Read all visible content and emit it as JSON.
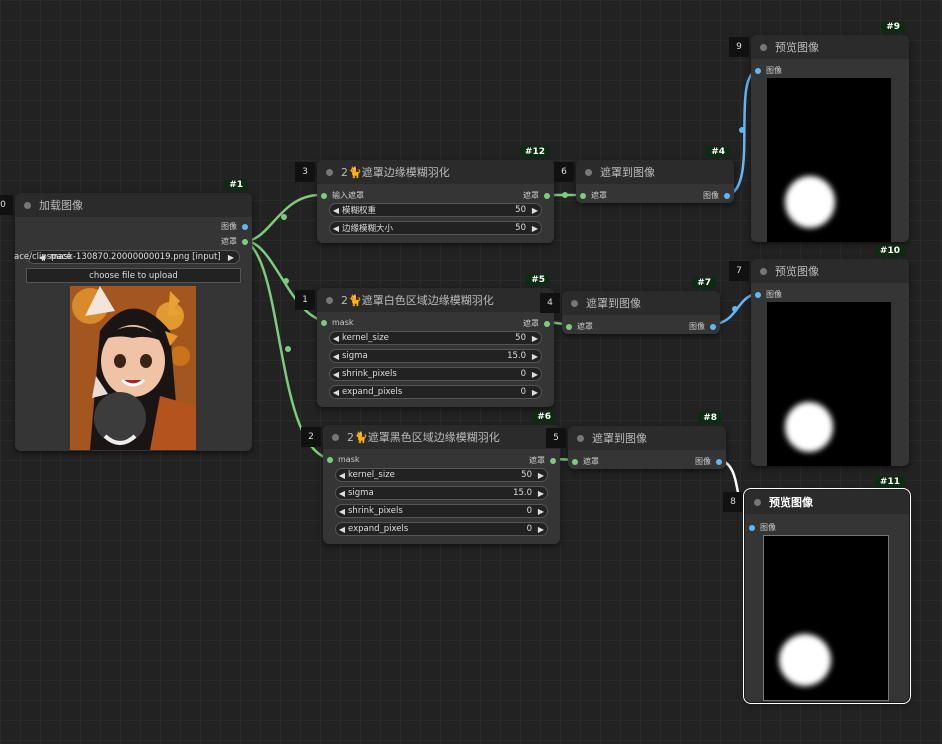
{
  "nodes": {
    "load_image": {
      "id": "#1",
      "order": "0",
      "title": "加载图像",
      "outputs": [
        "图像",
        "遮罩"
      ],
      "image_widget": {
        "label": "ace/clipspace",
        "value": "mask-130870.20000000019.png [input]"
      },
      "upload_label": "choose file to upload"
    },
    "mask_edge_blur": {
      "id": "#12",
      "order": "3",
      "title": "2🐈遮罩边缘模糊羽化",
      "input": "输入遮罩",
      "output": "遮罩",
      "widgets": [
        {
          "label": "模糊权重",
          "value": "50"
        },
        {
          "label": "边缘模糊大小",
          "value": "50"
        }
      ]
    },
    "mask_white_blur": {
      "id": "#5",
      "order": "1",
      "title": "2🐈遮罩白色区域边缘模糊羽化",
      "input": "mask",
      "output": "遮罩",
      "widgets": [
        {
          "label": "kernel_size",
          "value": "50"
        },
        {
          "label": "sigma",
          "value": "15.0"
        },
        {
          "label": "shrink_pixels",
          "value": "0"
        },
        {
          "label": "expand_pixels",
          "value": "0"
        }
      ]
    },
    "mask_black_blur": {
      "id": "#6",
      "order": "2",
      "title": "2🐈遮罩黑色区域边缘模糊羽化",
      "input": "mask",
      "output": "遮罩",
      "widgets": [
        {
          "label": "kernel_size",
          "value": "50"
        },
        {
          "label": "sigma",
          "value": "15.0"
        },
        {
          "label": "shrink_pixels",
          "value": "0"
        },
        {
          "label": "expand_pixels",
          "value": "0"
        }
      ]
    },
    "mask_to_image_4": {
      "id": "#4",
      "order": "6",
      "title": "遮罩到图像",
      "input": "遮罩",
      "output": "图像"
    },
    "mask_to_image_7": {
      "id": "#7",
      "order": "4",
      "title": "遮罩到图像",
      "input": "遮罩",
      "output": "图像"
    },
    "mask_to_image_8": {
      "id": "#8",
      "order": "5",
      "title": "遮罩到图像",
      "input": "遮罩",
      "output": "图像"
    },
    "preview_9": {
      "id": "#9",
      "order": "9",
      "title": "预览图像",
      "input": "图像"
    },
    "preview_10": {
      "id": "#10",
      "order": "7",
      "title": "预览图像",
      "input": "图像"
    },
    "preview_11": {
      "id": "#11",
      "order": "8",
      "title": "预览图像",
      "input": "图像"
    }
  },
  "colors": {
    "mask_link": "#7ecb7e",
    "image_link": "#64b5f6",
    "selected_link": "#ffffff",
    "node_bg": "#353535",
    "canvas_bg": "#222222"
  }
}
